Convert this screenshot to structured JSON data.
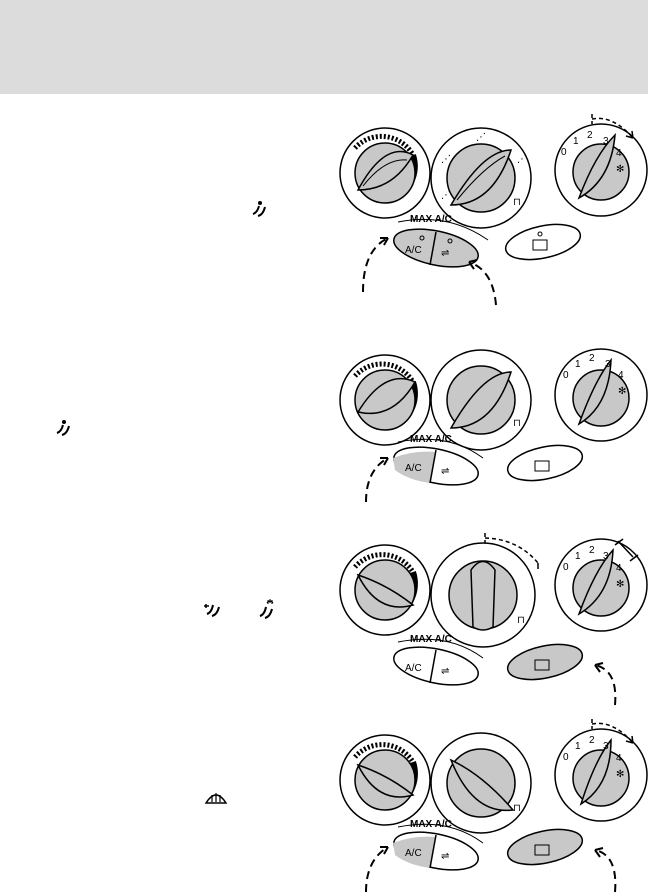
{
  "header": {
    "band_color": "#dcdcdc"
  },
  "fan_speed_labels": [
    "0",
    "1",
    "2",
    "3",
    "4"
  ],
  "ac_button": {
    "max_label": "MAX A/C",
    "ac_label": "A/C"
  },
  "icons": {
    "panel_vent_icon": "panel-vent-icon",
    "floor_vent_icon": "floor-vent-icon",
    "defrost_icon": "defrost-icon",
    "rear_defrost_icon": "rear-defrost-icon",
    "recirculation_icon": "recirculation-icon",
    "fan_icon": "fan-icon"
  },
  "colors": {
    "knob_fill": "#c8c8c8",
    "button_fill": "#c8c8c8",
    "line": "#000000"
  }
}
